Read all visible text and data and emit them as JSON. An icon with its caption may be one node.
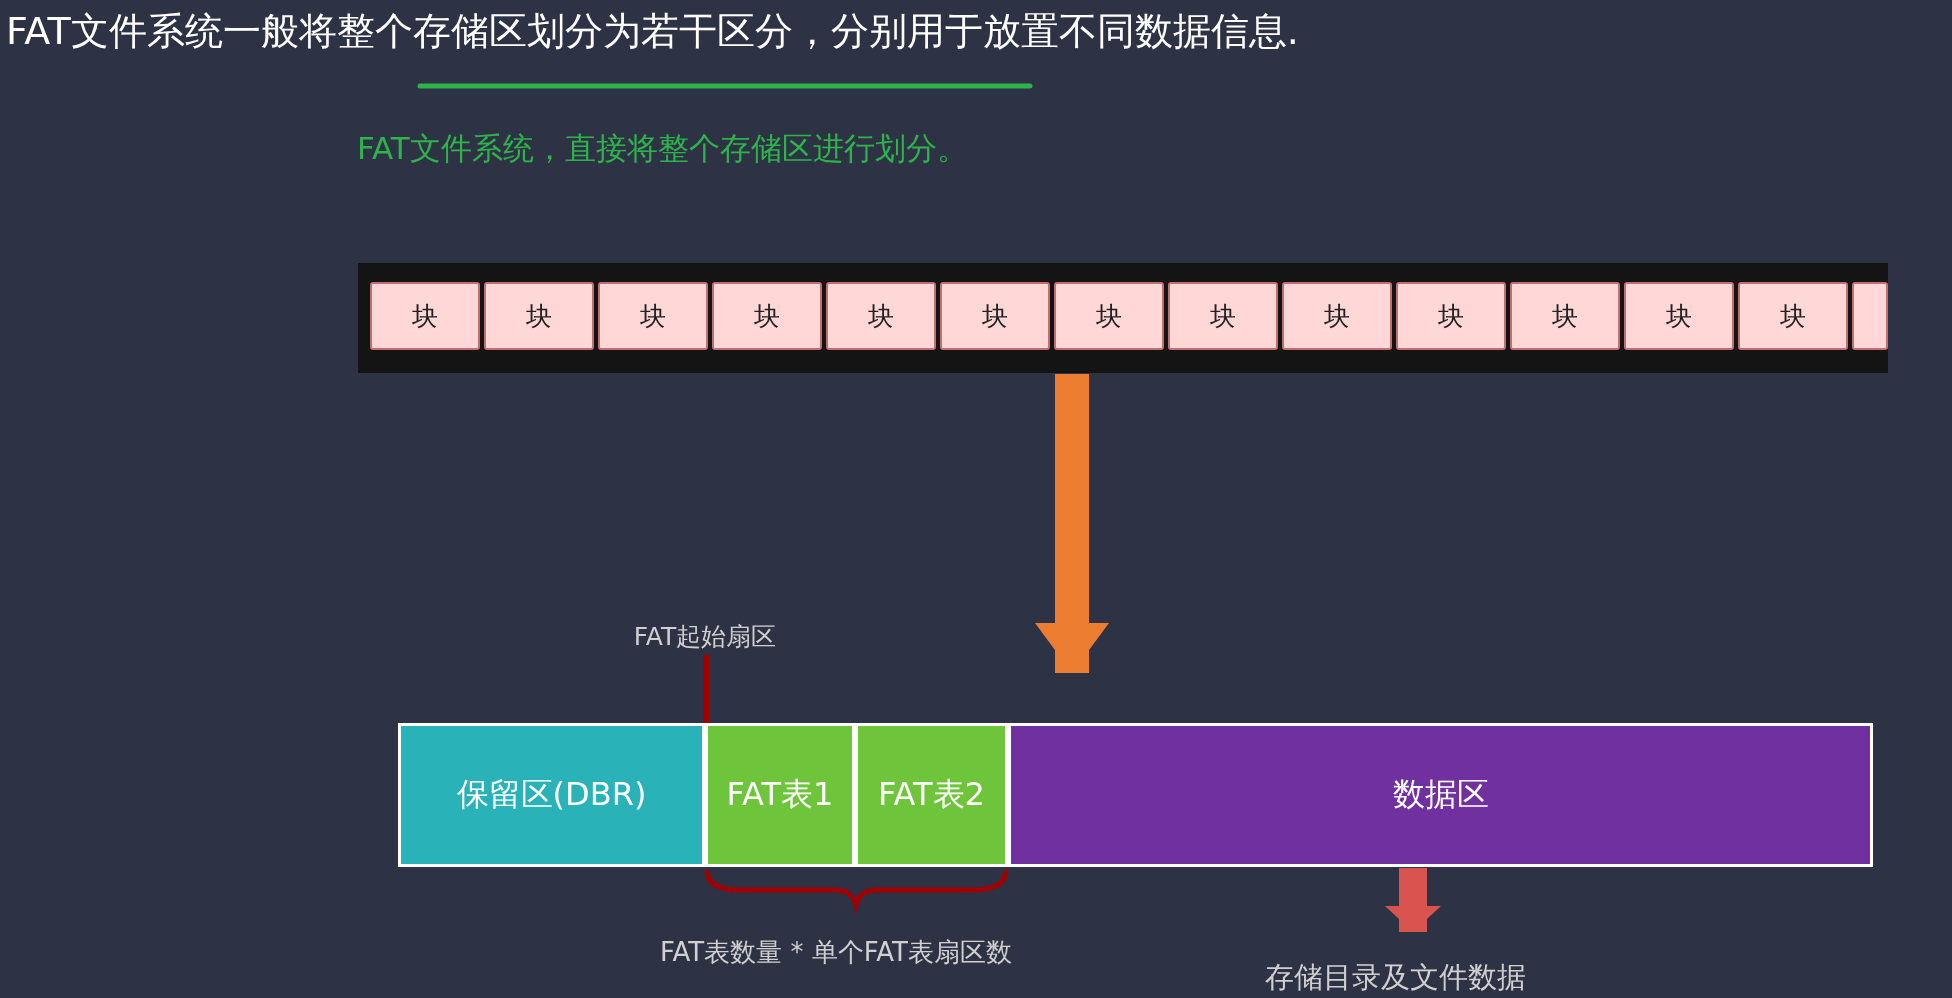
{
  "diagram": {
    "title": "FAT文件系统一般将整个存储区划分为若干区分，分别用于放置不同数据信息.",
    "nodes": [
      {
        "text": [],
        "shape": "bar"
      },
      {
        "text": [
          "块"
        ],
        "in": 0
      },
      {
        "text": [
          "块"
        ],
        "in": 0
      },
      {
        "text": [
          "块"
        ],
        "in": 0
      },
      {
        "text": [
          "块"
        ],
        "in": 0
      },
      {
        "text": [
          "块"
        ],
        "in": 0
      },
      {
        "text": [
          "块"
        ],
        "in": 0
      },
      {
        "text": [
          "块"
        ],
        "in": 0
      },
      {
        "text": [
          "块"
        ],
        "in": 0
      },
      {
        "text": [
          "块"
        ],
        "in": 0
      },
      {
        "text": [
          "块"
        ],
        "in": 0
      },
      {
        "text": [
          "块"
        ],
        "in": 0
      },
      {
        "text": [
          "块"
        ],
        "in": 0
      },
      {
        "text": [
          "块"
        ],
        "in": 0
      },
      {
        "text": [],
        "shape": "box",
        "in": 0
      },
      {
        "text": [],
        "shape": "bar"
      },
      {
        "text": [
          "保留区(DBR)"
        ],
        "in": 15
      },
      {
        "text": [
          "FAT表1"
        ],
        "in": 15
      },
      {
        "text": [
          "FAT表2"
        ],
        "in": 15
      },
      {
        "text": [
          "数据区"
        ],
        "in": 15
      },
      {
        "text": [
          "FAT起始扇区"
        ]
      },
      {
        "text": [
          "存储目录及文件数据"
        ]
      }
    ],
    "edges": [
      {
        "from": 0,
        "to": 15,
        "arrow": "to",
        "color": "#ed7d31"
      },
      {
        "from": 20,
        "to": 17,
        "arrow": "none",
        "color": "#a00000"
      },
      {
        "from": 19,
        "to": 21,
        "arrow": "to",
        "color": "#d9534f"
      }
    ],
    "labels": [
      "FAT文件系统，直接将整个存储区进行划分。",
      "FAT表数量 * 单个FAT表扇区数"
    ]
  }
}
